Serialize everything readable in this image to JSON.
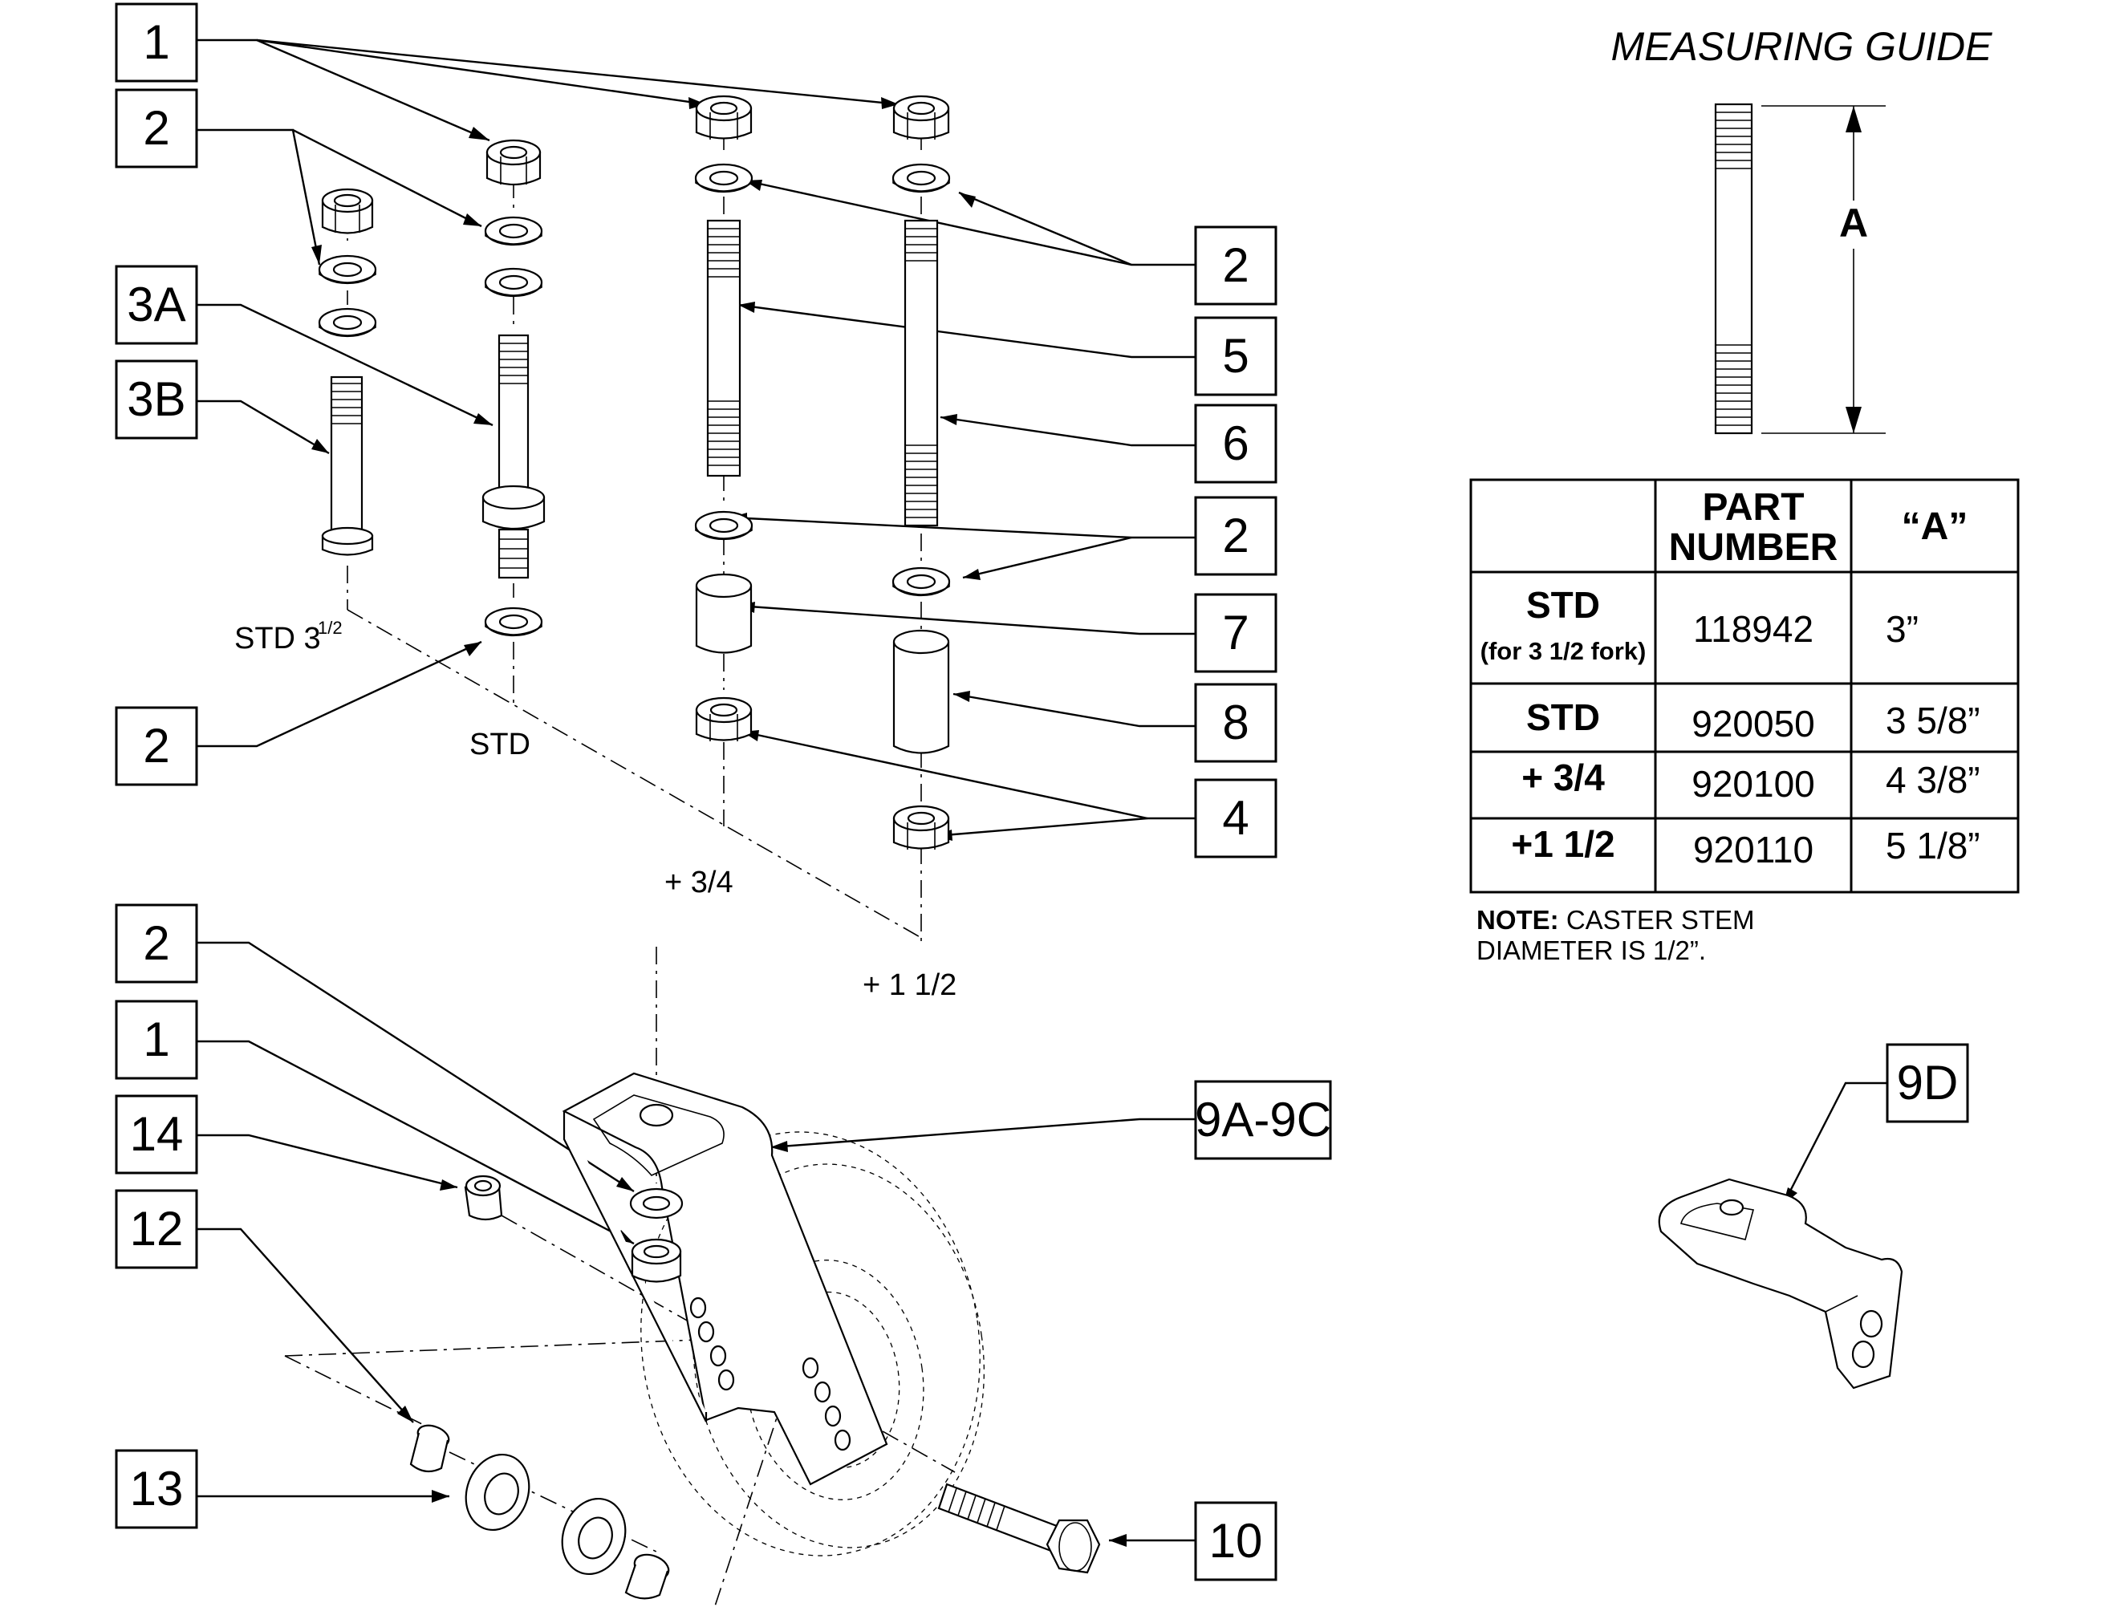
{
  "callouts": [
    {
      "label": "1"
    },
    {
      "label": "2"
    },
    {
      "label": "3A"
    },
    {
      "label": "3B"
    },
    {
      "label": "2"
    },
    {
      "label": "2"
    },
    {
      "label": "5"
    },
    {
      "label": "6"
    },
    {
      "label": "2"
    },
    {
      "label": "7"
    },
    {
      "label": "8"
    },
    {
      "label": "4"
    },
    {
      "label": "2"
    },
    {
      "label": "1"
    },
    {
      "label": "14"
    },
    {
      "label": "12"
    },
    {
      "label": "13"
    },
    {
      "label": "9A-9C"
    },
    {
      "label": "10"
    },
    {
      "label": "9D"
    }
  ],
  "length_labels": {
    "std_3half_main": "STD 3",
    "std_3half_sup": "1/2",
    "std": "STD",
    "plus_3_4": "+ 3/4",
    "plus_1_1_2": "+ 1 1/2"
  },
  "measuring_guide": {
    "title": "MEASURING GUIDE",
    "dimension_label": "A"
  },
  "table": {
    "header_part_line1": "PART",
    "header_part_line2": "NUMBER",
    "header_a": "“A”",
    "rows": [
      {
        "name": "STD",
        "sub": "(for 3 1/2 fork)",
        "part": "118942",
        "a": "3”"
      },
      {
        "name": "STD",
        "sub": "",
        "part": "920050",
        "a": "3 5/8”"
      },
      {
        "name": "+ 3/4",
        "sub": "",
        "part": "920100",
        "a": "4 3/8”"
      },
      {
        "name": "+1 1/2",
        "sub": "",
        "part": "920110",
        "a": "5 1/8”"
      }
    ]
  },
  "note": {
    "label": "NOTE:",
    "line1": " CASTER STEM",
    "line2": "DIAMETER IS 1/2”."
  }
}
